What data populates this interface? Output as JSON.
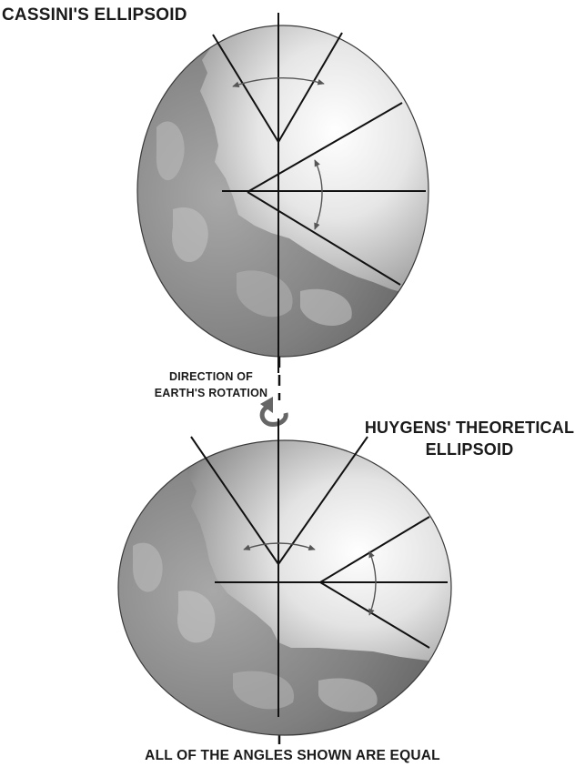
{
  "diagram": {
    "top_title": "CASSINI'S ELLIPSOID",
    "rotation_label": [
      "DIRECTION OF",
      "EARTH'S ROTATION"
    ],
    "bottom_title": [
      "HUYGENS' THEORETICAL",
      "ELLIPSOID"
    ],
    "caption": "ALL OF THE ANGLES SHOWN ARE EQUAL"
  },
  "colors": {
    "ocean_light": "#ffffff",
    "ocean_dark": "#5a5a5a",
    "land": "#8c8c8c",
    "ink": "#1a1a1a"
  }
}
